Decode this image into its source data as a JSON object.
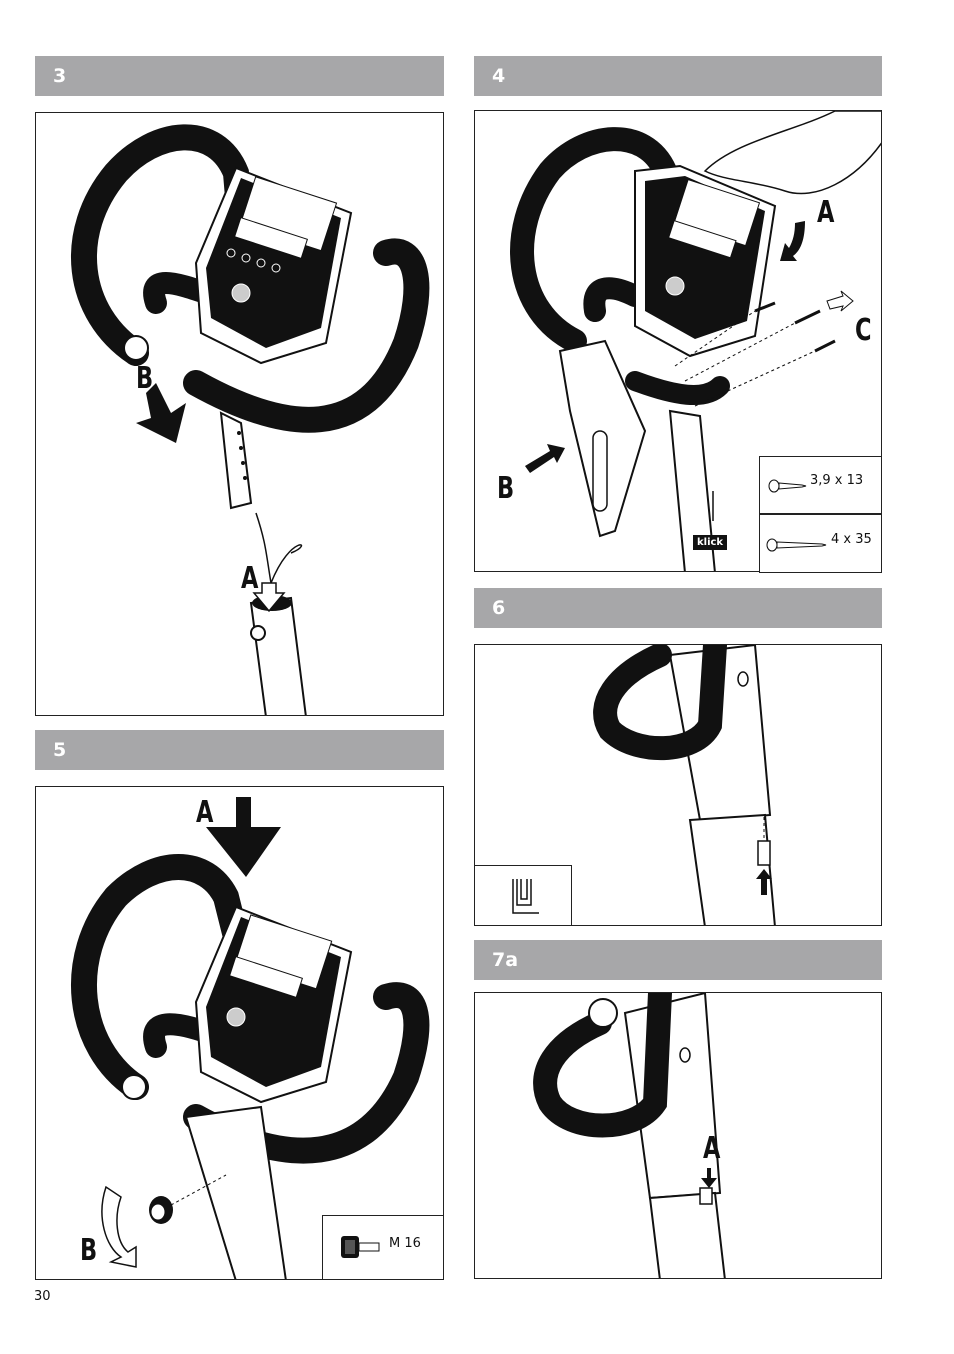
{
  "steps": {
    "s3": {
      "num": "3",
      "labels": {
        "a": "A",
        "b": "B"
      }
    },
    "s4": {
      "num": "4",
      "labels": {
        "a": "A",
        "b": "B",
        "c": "C"
      },
      "screw1": "3,9 x 13",
      "screw2": "4 x 35",
      "klick": "klick"
    },
    "s5": {
      "num": "5",
      "labels": {
        "a": "A",
        "b": "B"
      },
      "knob": "M 16"
    },
    "s6": {
      "num": "6"
    },
    "s7a": {
      "num": "7a",
      "labels": {
        "a": "A"
      }
    }
  },
  "page_number": "30"
}
